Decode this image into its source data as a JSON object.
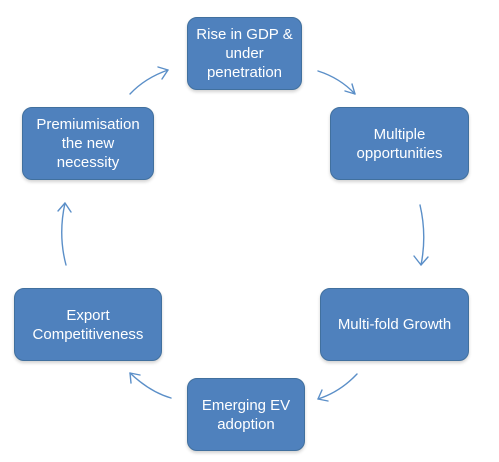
{
  "diagram": {
    "nodes": [
      {
        "id": "top",
        "label": "Rise in GDP &\nunder\npenetration"
      },
      {
        "id": "right1",
        "label": "Multiple\nopportunities"
      },
      {
        "id": "right2",
        "label": "Multi-fold Growth"
      },
      {
        "id": "bottom",
        "label": "Emerging EV\nadoption"
      },
      {
        "id": "left2",
        "label": "Export\nCompetitiveness"
      },
      {
        "id": "left1",
        "label": "Premiumisation\nthe new necessity"
      }
    ],
    "flow": [
      "top",
      "right1",
      "right2",
      "bottom",
      "left2",
      "left1",
      "top"
    ],
    "colors": {
      "node_fill": "#4f81bd",
      "node_border": "#41709e",
      "node_text": "#ffffff",
      "arrow": "#5b8fc8",
      "background": "#ffffff"
    }
  }
}
